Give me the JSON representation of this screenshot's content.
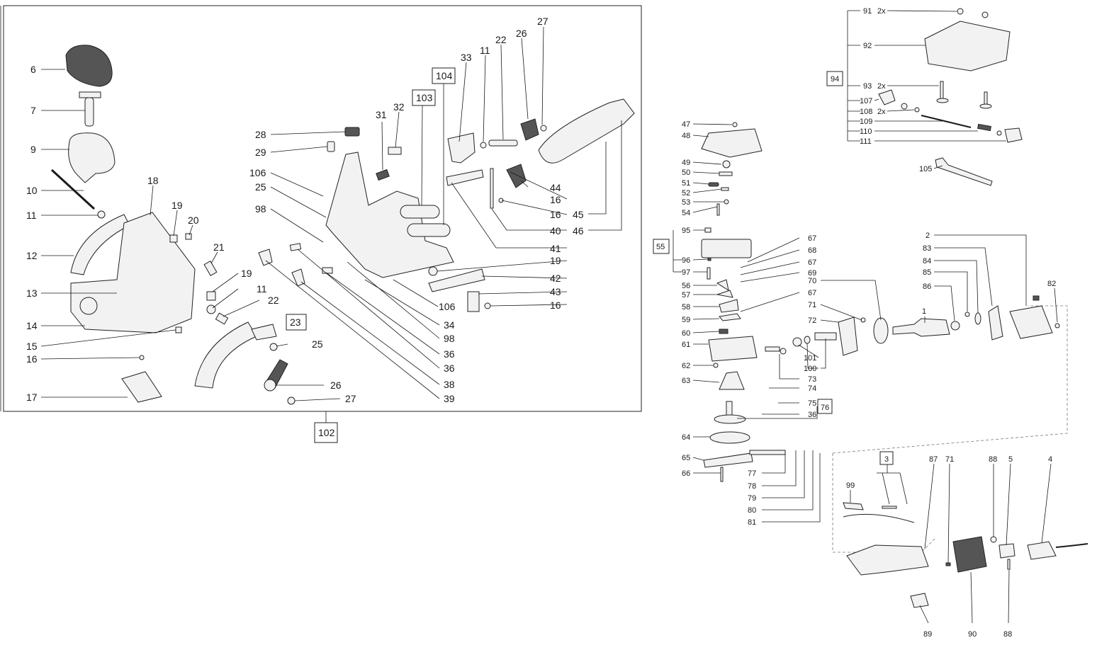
{
  "labels": [
    "6",
    "7",
    "9",
    "10",
    "11",
    "12",
    "13",
    "14",
    "15",
    "16",
    "17",
    "18",
    "19",
    "20",
    "21",
    "19",
    "11",
    "22",
    "23",
    "25",
    "26",
    "27",
    "28",
    "29",
    "106",
    "25",
    "98",
    "31",
    "32",
    "103",
    "104",
    "33",
    "11",
    "22",
    "26",
    "27",
    "44",
    "16",
    "16",
    "40",
    "41",
    "45",
    "46",
    "19",
    "42",
    "43",
    "16",
    "106",
    "34",
    "98",
    "36",
    "36",
    "38",
    "39",
    "102",
    "91",
    "2x",
    "92",
    "94",
    "93",
    "2x",
    "107",
    "108",
    "2x",
    "109",
    "110",
    "111",
    "105",
    "47",
    "48",
    "49",
    "50",
    "51",
    "52",
    "53",
    "54",
    "55",
    "95",
    "96",
    "97",
    "56",
    "57",
    "58",
    "59",
    "60",
    "61",
    "62",
    "63",
    "64",
    "65",
    "66",
    "67",
    "68",
    "67",
    "69",
    "67",
    "70",
    "71",
    "72",
    "1",
    "86",
    "85",
    "84",
    "83",
    "2",
    "82",
    "101",
    "100",
    "73",
    "74",
    "75",
    "76",
    "36",
    "77",
    "78",
    "79",
    "80",
    "81",
    "3",
    "99",
    "87",
    "71",
    "88",
    "5",
    "4",
    "89",
    "90",
    "88"
  ]
}
